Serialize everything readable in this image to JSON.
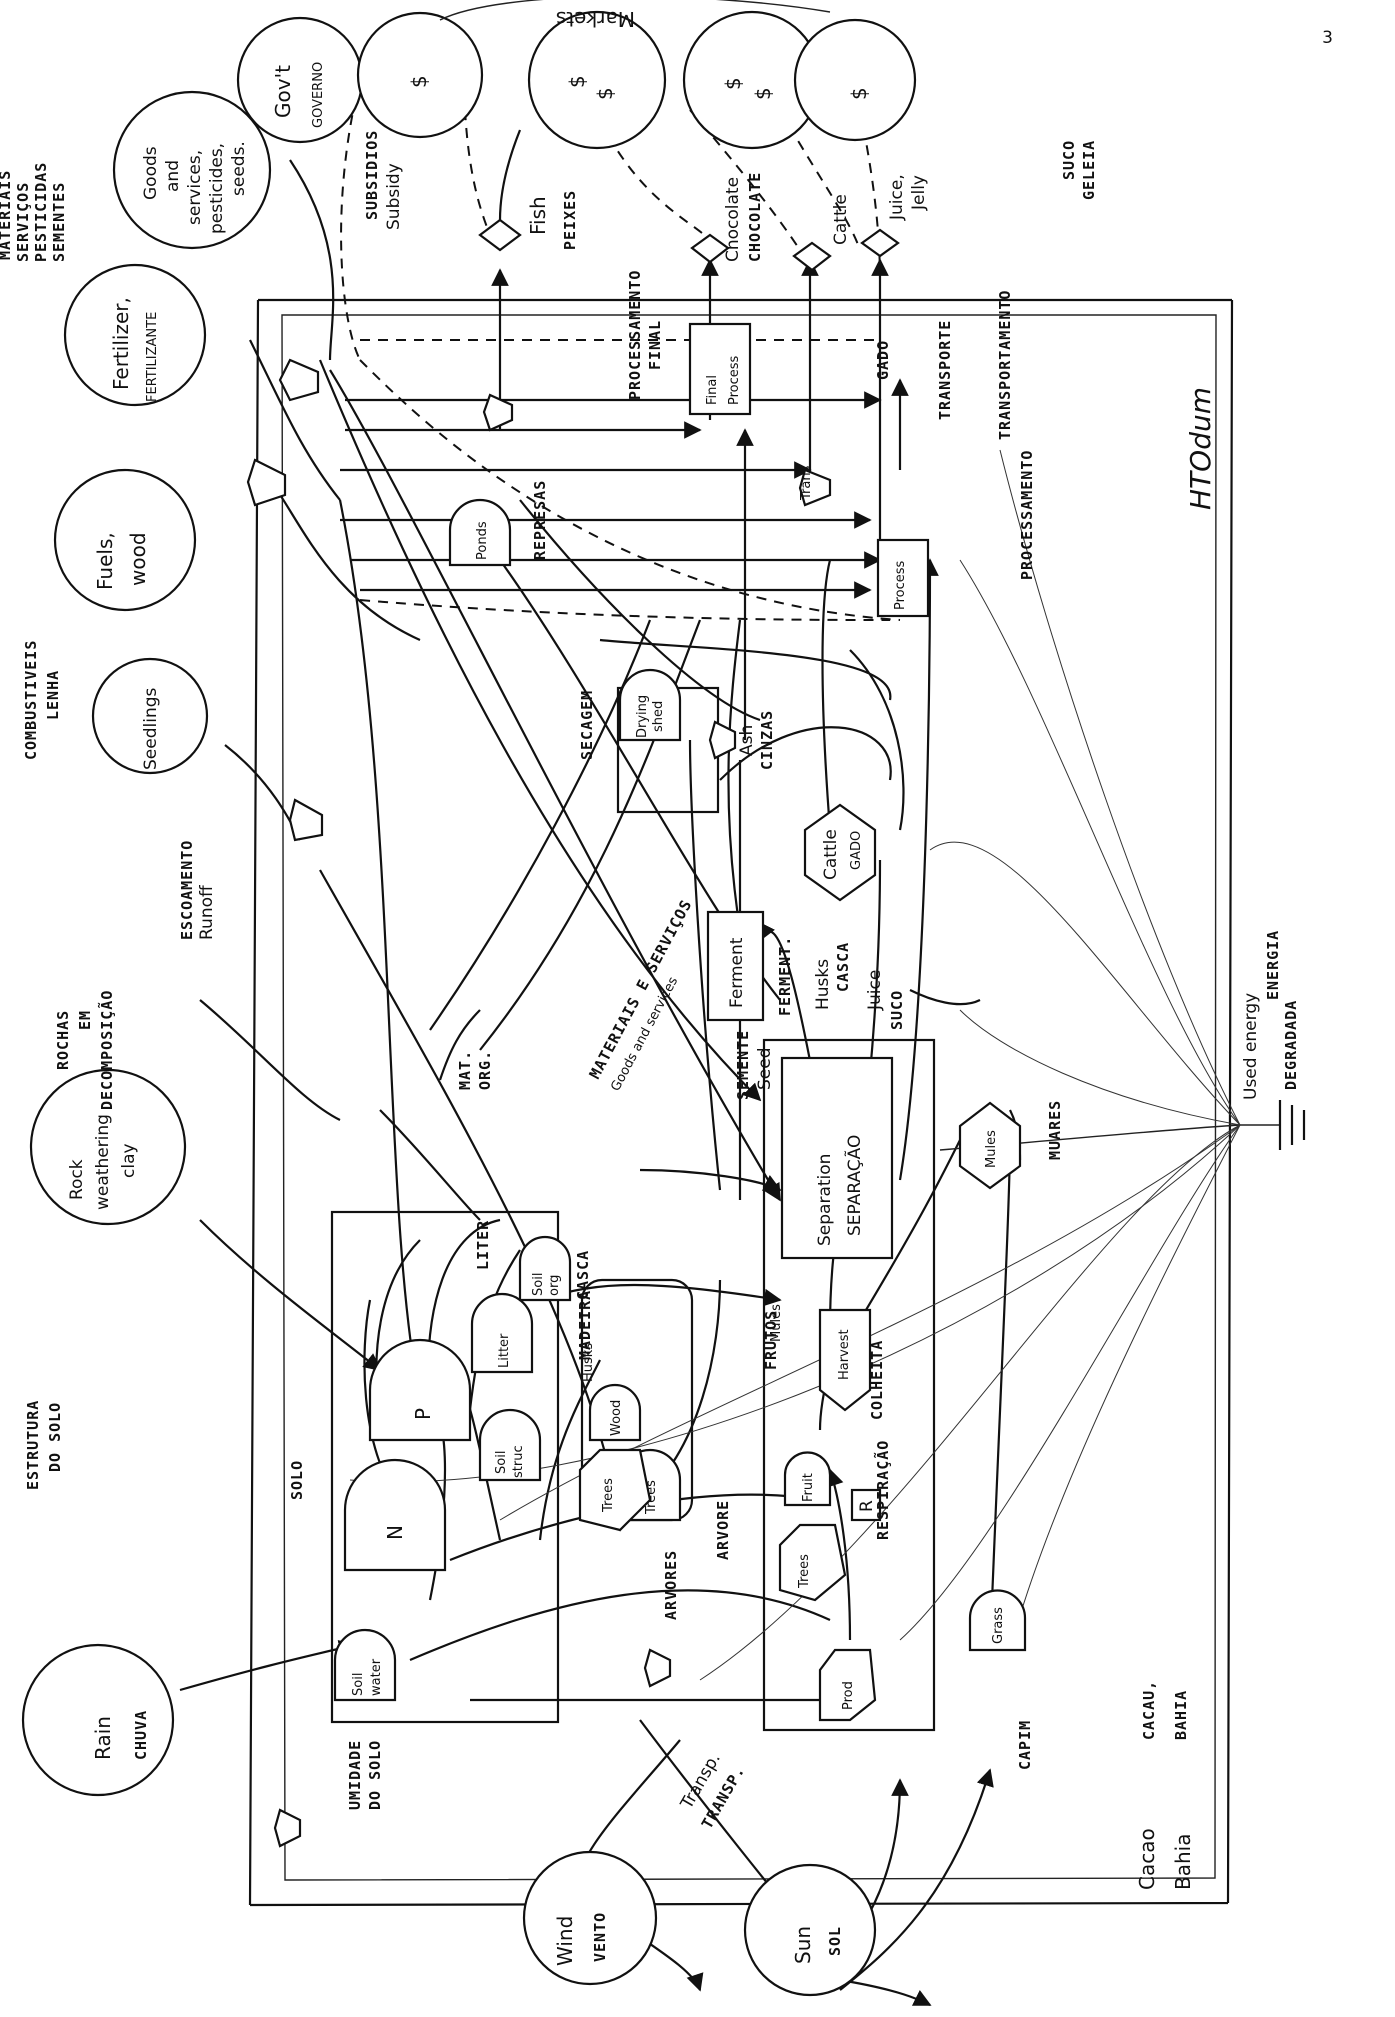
{
  "page_number": "3",
  "signature": "HTOdum",
  "title_lines": [
    "Cacao",
    "Bahia"
  ],
  "title_pt_lines": [
    "CACAU,",
    "BAHIA"
  ],
  "sources": {
    "rain": [
      "Rain",
      "CHUVA"
    ],
    "wind": [
      "Wind",
      "VENTO"
    ],
    "sun": [
      "Sun",
      "SOL"
    ],
    "rock": [
      "Rock",
      "weathering",
      "clay"
    ],
    "rock_pt": [
      "ROCHAS",
      "EM",
      "DECOMPOSIÇÃO"
    ],
    "seedlings": "Seedlings",
    "fuels": [
      "Fuels,",
      "wood"
    ],
    "fuels_pt": [
      "COMBUSTIVEIS",
      "LENHA"
    ],
    "fertilizer": [
      "Fertilizer,",
      "FERTILIZANTE"
    ],
    "goods": [
      "Goods",
      "and",
      "services,",
      "pesticides,",
      "seeds."
    ],
    "goods_pt": [
      "MATERIAIS",
      "SERVIÇOS",
      "PESTICIDAS",
      "SEMENTES"
    ],
    "govt": [
      "Gov't",
      "GOVERNO"
    ],
    "markets": [
      "$",
      "$",
      "$",
      "$",
      "$",
      "$"
    ],
    "market_label": "Markets"
  },
  "storages": {
    "soil_water": [
      "Soil",
      "water"
    ],
    "N": "N",
    "P": "P",
    "soil_struc": [
      "Soil",
      "struc"
    ],
    "litter": "Litter",
    "soil_org": [
      "Soil",
      "org"
    ],
    "trees": "Trees",
    "wood": "Wood",
    "fruit": "Fruit",
    "R": "R",
    "grass": "Grass",
    "mules": "Mules",
    "cattle": [
      "Cattle",
      "GADO"
    ],
    "ponds": "Ponds",
    "drying_shed": [
      "Drying",
      "shed"
    ]
  },
  "processes": {
    "prod": "Prod",
    "trees_prod": "Trees",
    "harvest": "Harvest",
    "separation": [
      "Separation",
      "SEPARAÇÃO"
    ],
    "ferment": "Ferment",
    "final_process": [
      "Final",
      "Process"
    ],
    "process": "Process",
    "fish": "Fish",
    "chocolate": "Chocolate",
    "cattle_out": "Cattle",
    "juice_out": [
      "Juice,",
      "Jelly"
    ]
  },
  "labels": {
    "estrutura": [
      "ESTRUTURA",
      "DO SOLO"
    ],
    "solo": "SOLO",
    "umidade": [
      "UMIDADE",
      "DO SOLO"
    ],
    "transp": [
      "Transp.",
      "TRANSP."
    ],
    "arvores1": "ARVORES",
    "arvore2": "ARVORE",
    "madeira": "MADEIRA",
    "frutos": "FRUTOS",
    "colheita": "COLHEITA",
    "respiracao": "RESPIRAÇÃO",
    "capim": "CAPIM",
    "liter": "LITER",
    "mat_org": [
      "MAT.",
      "ORG."
    ],
    "casca": "CASCA",
    "husks1": "Husks",
    "mules_lbl": "Mules",
    "escoamento": [
      "ESCOAMENTO",
      "Runoff"
    ],
    "materiais": [
      "MATERIAIS E SERVIÇOS",
      "Goods and services"
    ],
    "seed": [
      "SEMENTE",
      "Seed"
    ],
    "secagem": "SECAGEM",
    "ash": [
      "Ash",
      "CINZAS"
    ],
    "ferment_pt": "FERMENT.",
    "husks2": [
      "Husks",
      "CASCA"
    ],
    "juice": [
      "Juice",
      "SUCO"
    ],
    "muares": "MUARES",
    "represas": "REPRESAS",
    "processamento1": [
      "PROCESSAMENTO",
      "FINAL"
    ],
    "transporte": "TRANSPORTE",
    "transport_small": "Trans",
    "transportamento": "TRANSPORTAMENTO",
    "processamento2": "PROCESSAMENTO",
    "subsidios": [
      "SUBSIDIOS",
      "Subsidy"
    ],
    "peixes": "PEIXES",
    "chocolate_pt": "CHOCOLATE",
    "gado": "GADO",
    "suco_geleia": [
      "SUCO",
      "GELEIA"
    ],
    "used_energy": [
      "Used energy",
      "ENERGIA"
    ],
    "degradada": "DEGRADADA"
  }
}
